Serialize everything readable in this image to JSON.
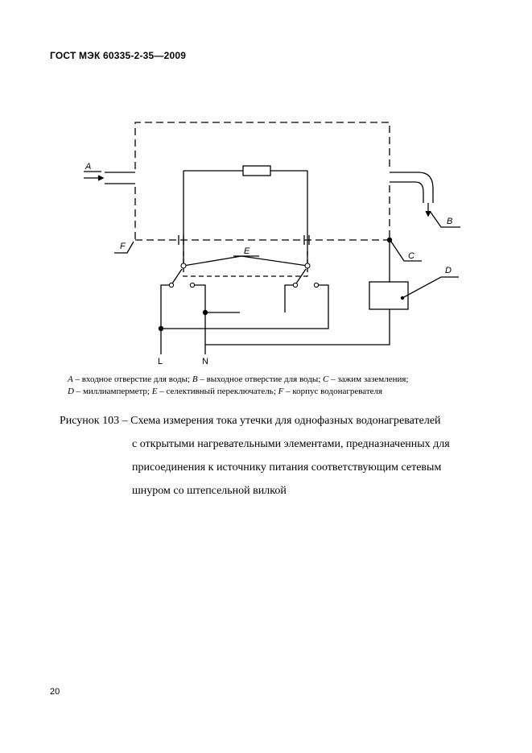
{
  "header": {
    "title": "ГОСТ МЭК 60335-2-35—2009"
  },
  "figure": {
    "labels": {
      "A": "A",
      "B": "B",
      "C": "C",
      "D": "D",
      "E": "E",
      "F": "F",
      "L": "L",
      "N": "N"
    },
    "legend": [
      {
        "key": "A",
        "text": " – входное отверстие для воды; "
      },
      {
        "key": "B",
        "text": " – выходное отверстие для воды; "
      },
      {
        "key": "C",
        "text": " – зажим заземления;"
      },
      {
        "key": "D",
        "text": " – миллиамперметр; "
      },
      {
        "key": "E",
        "text": " – селективный переключатель; "
      },
      {
        "key": "F",
        "text": " – корпус водонагревателя"
      }
    ],
    "caption": {
      "line1": "Рисунок 103 – Схема измерения тока утечки для однофазных водонагревателей",
      "line2": "с открытыми нагревательными элементами, предназначенных для",
      "line3": "присоединения к источнику питания соответствующим сетевым",
      "line4": "шнуром  со штепсельной вилкой"
    }
  },
  "footer": {
    "page_number": "20"
  }
}
